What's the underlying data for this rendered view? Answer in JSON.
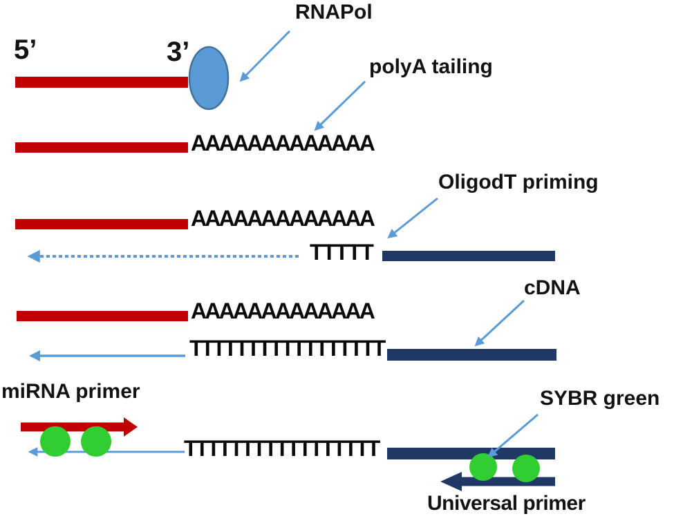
{
  "labels": {
    "five_prime": "5’",
    "three_prime": "3’",
    "rnapol": "RNAPol",
    "polya_tailing": "polyA tailing",
    "oligodt_priming": "OligodT priming",
    "cdna": "cDNA",
    "mirna_primer": "miRNA primer",
    "sybr_green": "SYBR green",
    "universal_primer": "Universal primer"
  },
  "sequences": {
    "polya_row1": "AAAAAAAAAAAAA",
    "polya_row2": "AAAAAAAAAAAAA",
    "polya_row3": "AAAAAAAAAAAAA",
    "oligodt_short": "TTTTT",
    "polyt_row1": "TTTTTTTTTTTTTTTTT",
    "polyt_row2": "TTTTTTTTTTTTTTTTT"
  },
  "colors": {
    "mirna_red": "#C00000",
    "adapter_navy": "#1F3864",
    "annotation_blue": "#5B9BD5",
    "ellipse_border_blue": "#41719C",
    "sybr_dot_green": "#32CD32",
    "text": "#121212",
    "background": "#FFFFFF"
  }
}
